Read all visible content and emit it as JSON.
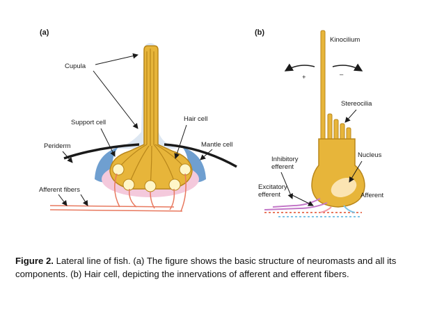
{
  "figure": {
    "panel_a": {
      "tag": "(a)",
      "labels": {
        "cupula": "Cupula",
        "support_cell": "Support cell",
        "hair_cell": "Hair cell",
        "periderm": "Periderm",
        "mantle_cell": "Mantle cell",
        "afferent_fibers": "Afferent fibers"
      }
    },
    "panel_b": {
      "tag": "(b)",
      "labels": {
        "kinocilium": "Kinocilium",
        "stereocilia": "Stereocilia",
        "nucleus": "Nucleus",
        "inhibitory_1": "Inhibitory",
        "inhibitory_2": "efferent",
        "excitatory_1": "Excitatory",
        "excitatory_2": "efferent",
        "afferent": "Afferent",
        "plus": "+",
        "minus": "–"
      }
    }
  },
  "caption": {
    "lead": "Figure 2.",
    "text": " Lateral line of fish. (a) The figure shows the basic structure of neuromasts and all its components. (b) Hair cell, depicting the innervations of afferent and efferent fibers."
  },
  "colors": {
    "hair_cell": "#e7b53a",
    "hair_cell_outline": "#b8861a",
    "cupula": "#dde7f2",
    "support_cell": "#f4c9dc",
    "mantle_cell": "#6f9fd0",
    "periderm": "#1a1a1a",
    "afferent_fiber": "#e8785e",
    "inhibitory_fiber": "#c377c8",
    "excitatory_fiber": "#f19aa6",
    "afferent_fiber_b": "#7fc3e6"
  }
}
